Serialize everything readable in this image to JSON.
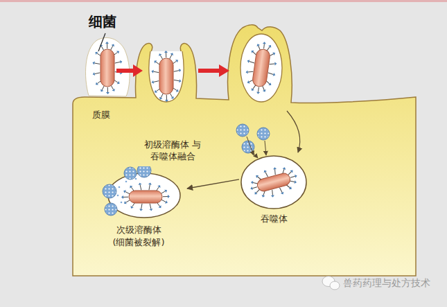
{
  "diagram": {
    "nodes": [
      {
        "text": [
          "吞噬体"
        ]
      },
      {
        "text": [
          "次级溶酶体 (细菌被裂解)"
        ]
      }
    ],
    "edges": [
      {
        "from": 0,
        "to": 1,
        "arrow": "to",
        "label": "初级溶酶体 与吞噬体融合"
      }
    ],
    "labels": [
      "细菌",
      "质膜",
      "兽药药理与处方技术"
    ]
  }
}
